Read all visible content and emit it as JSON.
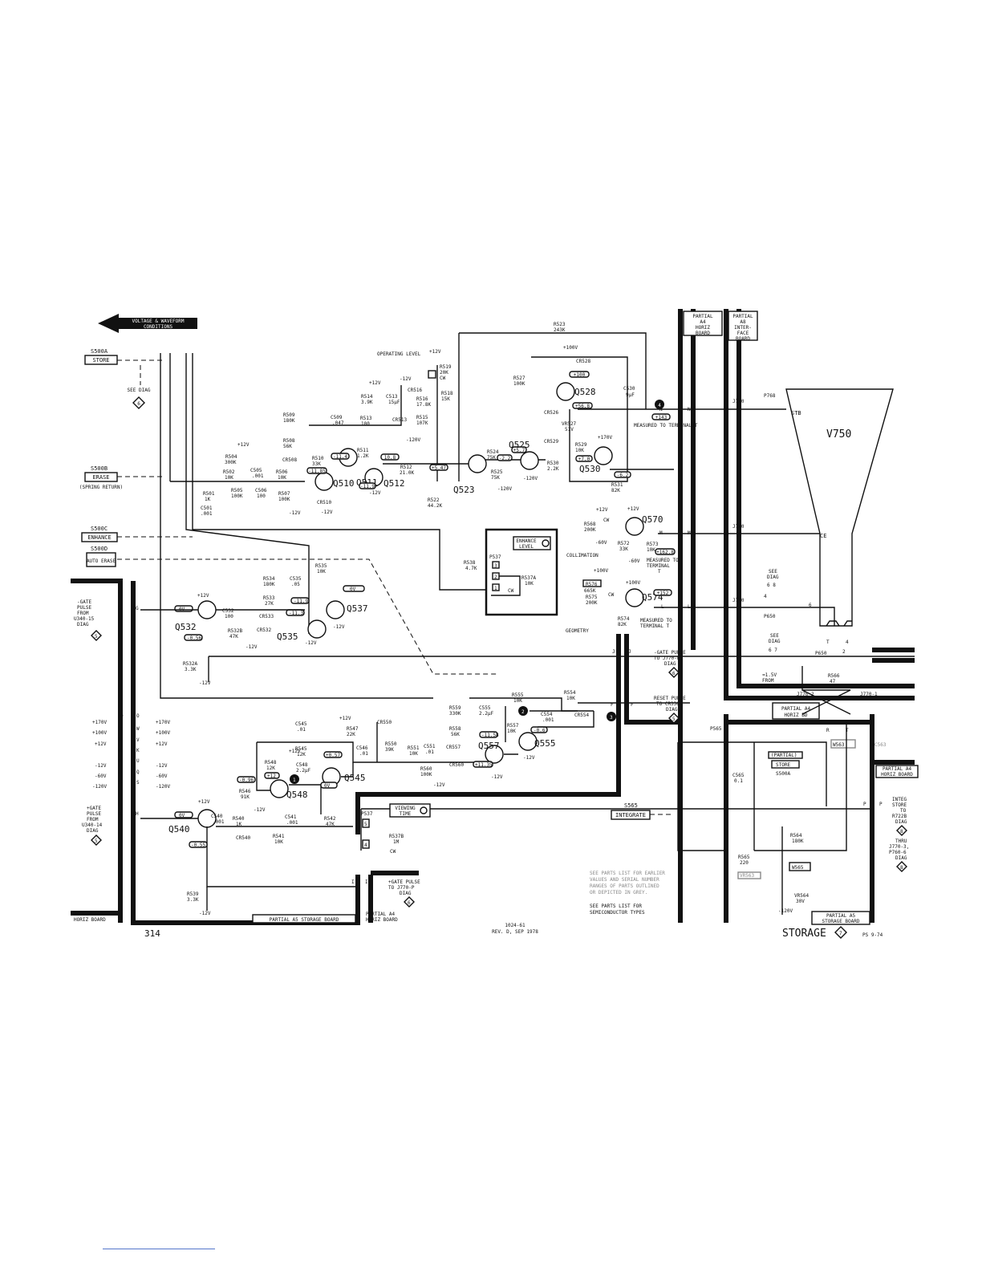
{
  "arrow_banner": {
    "line1": "VOLTAGE & WAVEFORM",
    "line2": "CONDITIONS"
  },
  "switches": [
    {
      "ref": "S500A",
      "label": "STORE"
    },
    {
      "ref": "S500B",
      "label": "ERASE",
      "note": "(SPRING RETURN)"
    },
    {
      "ref": "S500C",
      "label": "ENHANCE"
    },
    {
      "ref": "S500D",
      "label": "AUTO ERASE"
    },
    {
      "ref": "S565",
      "label": "INTEGRATE"
    }
  ],
  "see_diag_6": "SEE DIAG",
  "see_diag_6_num": "6",
  "operating_level": "OPERATING LEVEL",
  "components_top": [
    "R523 243K",
    "+100V",
    "CR528",
    "R527 100K",
    "Q528",
    "C530 9μF",
    "CR526",
    "VR527 51V",
    "CR529",
    "R529 10K",
    "+170V",
    "R530 2.2K",
    "Q530",
    "R531 82K",
    "R519 20K",
    "R518 15K",
    "R516 17.8K",
    "R515 107K",
    "CR516",
    "C513 15μF",
    "R514 3.9K",
    "R513 100",
    "CR513",
    "R512 21.0K",
    "R511 1.2K",
    "Q512",
    "Q511",
    "R510 33K",
    "Q510",
    "CR510",
    "R509 180K",
    "C509 .047",
    "R508 56K",
    "CR508",
    "R504 300K",
    "R502 10K",
    "C505 .001",
    "R506 10K",
    "R505 100K",
    "C506 100",
    "R507 100K",
    "R501 1K",
    "C501 .001",
    "R524 75K",
    "R525 75K",
    "Q525",
    "Q523",
    "R522 44.2K"
  ],
  "voltages": {
    "p12v": "+12V",
    "m12v": "-12V",
    "m120v": "-120V",
    "m60v": "-60V",
    "p100v": "+100V",
    "m11_4": "-11.4",
    "m11_85": "-11.85",
    "m11_9": "-11.9",
    "p10_8": "10.8",
    "p5_47": "+5.47",
    "p100": "+100",
    "p56_8": "+56.8",
    "m6_2": "-6.2",
    "p7_0": "+7.0",
    "p5_7": "+5.7",
    "m2_2": "-2.2"
  },
  "measured_text": "MEASURED TO TERMINAL T",
  "measured_143": "+143",
  "measured_162": "+162.8",
  "measured_152": "+152",
  "enhance_level": "ENHANCE LEVEL",
  "viewing_time": "VIEWING TIME",
  "collimation": "COLLIMATION",
  "geometry": "GEOMETRY",
  "ce_label": "CE",
  "stb_label": "STB",
  "v750": "V750",
  "boards": {
    "a4_horiz": "PARTIAL A4 HORIZ BOARD",
    "a8_interface": "PARTIAL A8 INTER- FACE BOARD",
    "a4_horiz_bd": "PARTIAL A4 HORIZ BD",
    "a5_storage": "PARTIAL A5 STORAGE BOARD",
    "a4_horiz_board_bl": "PARTIAL A4 HORIZ BOARD",
    "a4_horiz_board_bm": "PARTIAL A4 HORIZ BOARD",
    "a4_horiz_board_r": "PARTIAL A4 HORIZ BOARD",
    "a5_storage_r": "PARTIAL A5 STORAGE BOARD"
  },
  "gate_pulses": {
    "in_g": "-GATE PULSE FROM U340-15 DIAG",
    "in_h": "+GATE PULSE FROM U340-14 DIAG",
    "out_j": "-GATE PULSE TO J770-M DIAG",
    "out_i": "+GATE PULSE TO J770-P DIAG",
    "reset": "RESET PULSE TO CR336 DIAG",
    "integ": "INTEG STORE TO R722B DIAG",
    "integ_thru": "THRU J770-3, P760-6 DIAG"
  },
  "supply_rails": [
    "+170V",
    "+100V",
    "+12V",
    "-12V",
    "-60V",
    "-120V"
  ],
  "rail_letters": [
    "O",
    "W",
    "V",
    "K",
    "U",
    "Q",
    "S"
  ],
  "lower_components": [
    "R534 180K",
    "C535 .05",
    "R533 27K",
    "CR533",
    "R535 10K",
    "Q537",
    "Q535",
    "Q532",
    "C532 100",
    "R532B 47K",
    "CR532",
    "R532A 3.3K",
    "C545 .01",
    "R547 22K",
    "R545 12K",
    "R548 12K",
    "C548 2.2μF",
    "Q548",
    "Q545",
    "R546 91K",
    "C546 .01",
    "R550 39K",
    "R551 10K",
    "C551 .01",
    "R560 100K",
    "CR560",
    "CR557",
    "Q557",
    "Q555",
    "R558 56K",
    "R559 330K",
    "C555 2.2μF",
    "R557 10K",
    "R555 10K",
    "C554 .001",
    "R554 10K",
    "CR554",
    "CR550",
    "Q540",
    "C540 .001",
    "R540 1K",
    "CR540",
    "R541 10K",
    "C541 .001",
    "R542 47K",
    "P537",
    "R537B 1M",
    "R539 3.3K",
    "R538 4.7K",
    "R537A 10K",
    "R568 200K",
    "R572 33K",
    "R573 10K",
    "Q570",
    "R576 665K",
    "R575 200K",
    "R574 82K",
    "Q574",
    "C565 0.1",
    "R564 180K",
    "R565 220",
    "VR564 30V",
    "W565",
    "W563",
    "R566 47",
    "P650",
    "P768",
    "P565"
  ],
  "connectors": {
    "j770_5": "J770 -5",
    "j770_6": "J770 -6",
    "j770_7": "J770 -7",
    "j770_2": "J770-2",
    "j770_1": "J770-1"
  },
  "notes": [
    "SEE PARTS LIST FOR EARLIER VALUES AND SERIAL NUMBER RANGES OF PARTS OUTLINED OR DEPICTED IN GREY.",
    "SEE PARTS LIST FOR SEMICONDUCTOR TYPES"
  ],
  "footer": {
    "page": "314",
    "rev": "REV. D, SEP 1978",
    "doc": "1024-61",
    "title": "STORAGE",
    "diag": "7",
    "code": "PS 9-74"
  },
  "from_diag": "≈1.5V FROM DIAG",
  "partial_store": "(PARTIAL) STORE S500A"
}
